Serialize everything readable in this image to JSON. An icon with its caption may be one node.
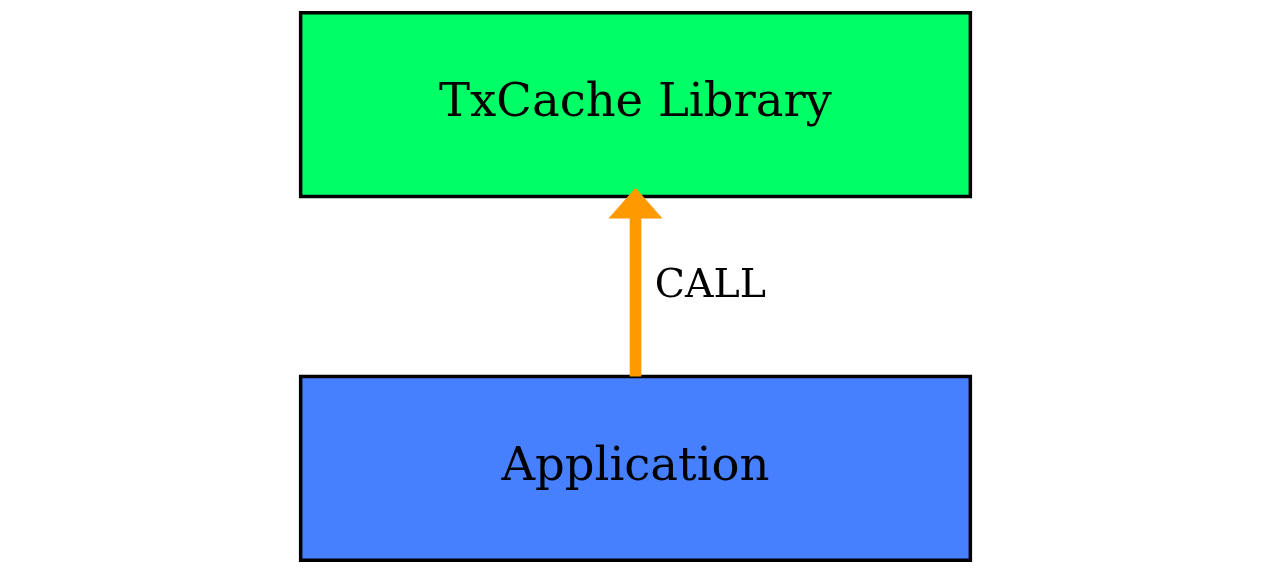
{
  "diagram": {
    "nodes": [
      {
        "text": [
          "TxCache Library"
        ]
      },
      {
        "text": [
          "Application"
        ]
      }
    ],
    "edges": [
      {
        "from": 1,
        "to": 0,
        "arrow": "to",
        "label": "CALL",
        "color": "#ff9900"
      }
    ]
  }
}
